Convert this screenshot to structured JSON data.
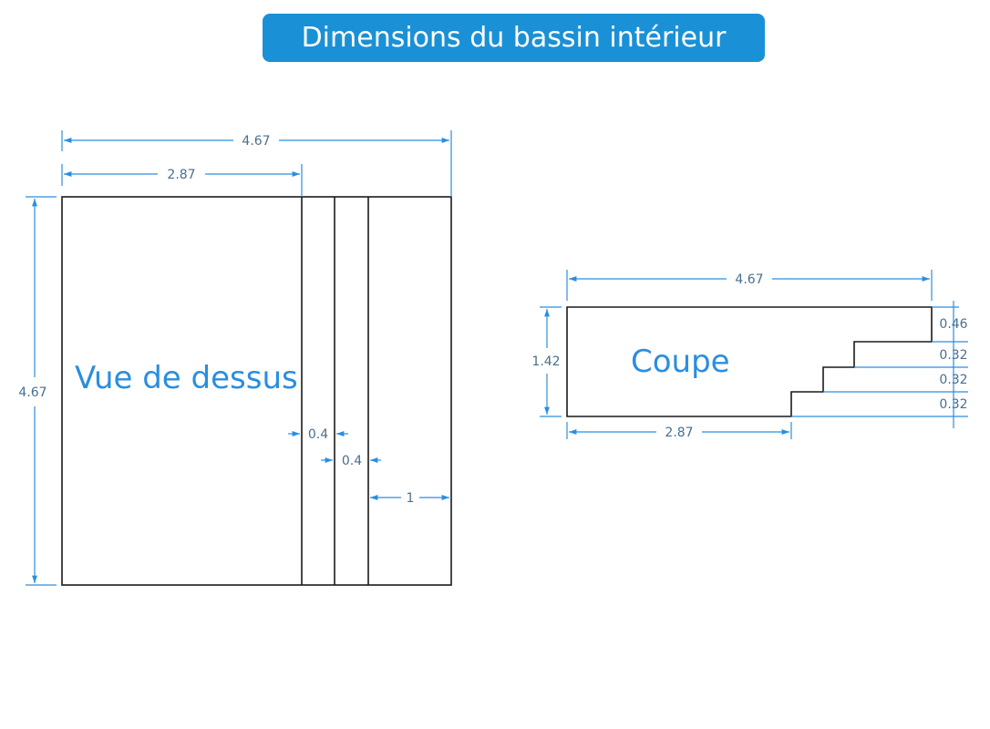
{
  "title": "Dimensions du bassin intérieur",
  "top_view": {
    "label": "Vue de dessus",
    "dims": {
      "total_width": "4.67",
      "part_width": "2.87",
      "height": "4.67",
      "step1": "0.4",
      "step2": "0.4",
      "end": "1"
    }
  },
  "section_view": {
    "label": "Coupe",
    "dims": {
      "total_length": "4.67",
      "depth": "1.42",
      "deep_length": "2.87",
      "top_step": "0.46",
      "step_a": "0.32",
      "step_b": "0.32",
      "step_c": "0.32"
    }
  },
  "colors": {
    "accent": "#1a91d6",
    "dimension": "#2a8ee0",
    "outline": "#1a1a1a"
  }
}
